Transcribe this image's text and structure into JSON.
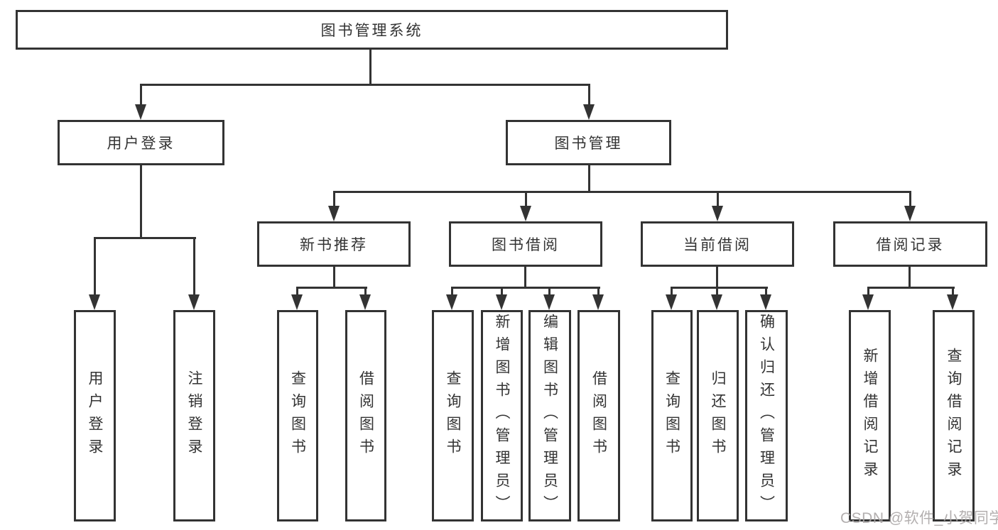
{
  "diagram": {
    "root": "图书管理系统",
    "level2": [
      {
        "label": "用户登录",
        "children": [
          "用户登录",
          "注销登录"
        ]
      },
      {
        "label": "图书管理",
        "children": [
          {
            "label": "新书推荐",
            "children": [
              "查询图书",
              "借阅图书"
            ]
          },
          {
            "label": "图书借阅",
            "children": [
              "查询图书",
              "新增图书（管理员）",
              "编辑图书（管理员）",
              "借阅图书"
            ]
          },
          {
            "label": "当前借阅",
            "children": [
              "查询图书",
              "归还图书",
              "确认归还（管理员）"
            ]
          },
          {
            "label": "借阅记录",
            "children": [
              "新增借阅记录",
              "查询借阅记录"
            ]
          }
        ]
      }
    ]
  },
  "watermark": "CSDN @软件_小贺同学",
  "colors": {
    "line": "#333333",
    "text": "#333333",
    "background": "#ffffff",
    "watermark": "#aba7a7"
  }
}
